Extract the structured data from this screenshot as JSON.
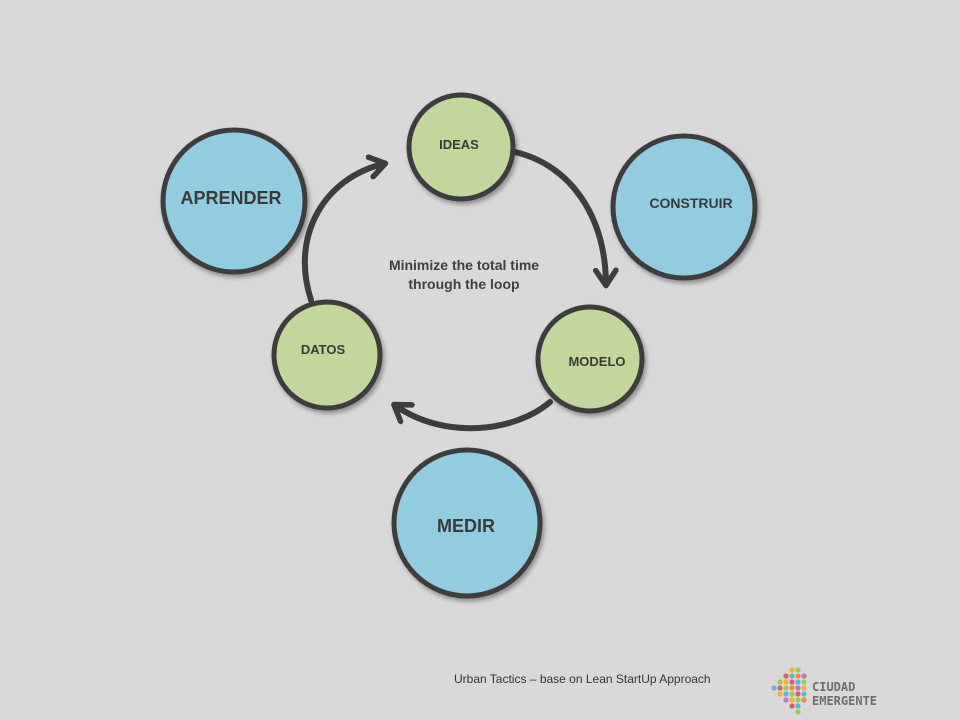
{
  "diagram": {
    "nodes": {
      "ideas": "IDEAS",
      "construir": "CONSTRUIR",
      "modelo": "MODELO",
      "medir": "MEDIR",
      "datos": "DATOS",
      "aprender": "APRENDER"
    },
    "center_text": "Minimize the total time through the loop"
  },
  "footer": {
    "caption": "Urban Tactics – base on Lean StartUp Approach"
  },
  "logo": {
    "line1": "CIUDAD",
    "line2": "EMERGENTE"
  },
  "colors": {
    "background": "#d9d9d9",
    "blue_node": "#92cddf",
    "green_node": "#c3d69b",
    "outline": "#3d3d3d"
  }
}
